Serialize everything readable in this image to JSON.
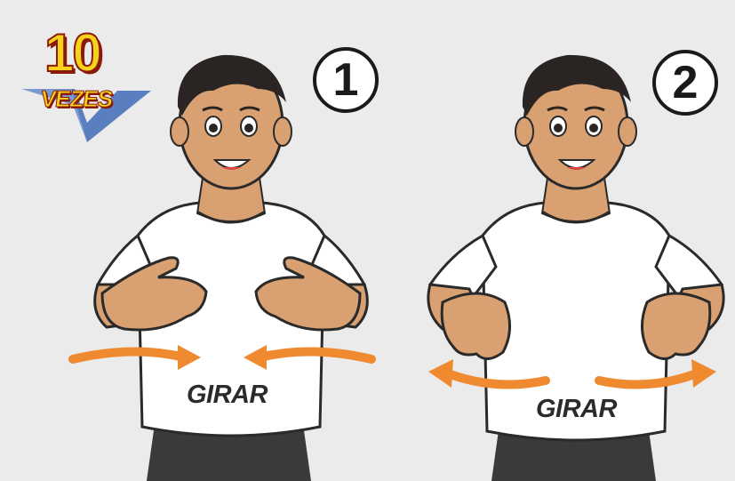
{
  "repetition_badge": {
    "number": "10",
    "word": "VEZES"
  },
  "steps": [
    {
      "number": "1",
      "shirt_text": "GIRAR",
      "motion": "inward"
    },
    {
      "number": "2",
      "shirt_text": "GIRAR",
      "motion": "outward"
    }
  ],
  "colors": {
    "background": "#ebebeb",
    "skin": "#d9a072",
    "hair": "#2a2522",
    "shirt": "#ffffff",
    "pants": "#3a3a3a",
    "arrow": "#ef8a30",
    "badge_yellow": "#f6d21a",
    "badge_blue": "#5a7fc0"
  }
}
